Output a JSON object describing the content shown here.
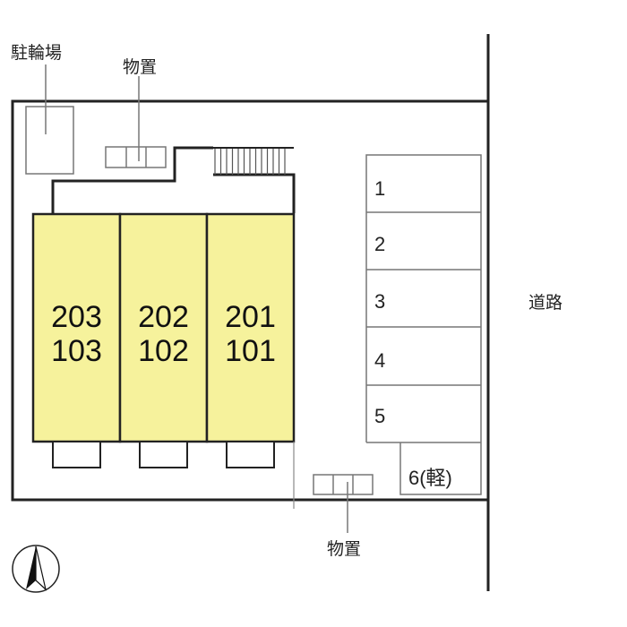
{
  "labels": {
    "bicycle_parking": "駐輪場",
    "storage_top": "物置",
    "storage_bottom": "物置",
    "road": "道路"
  },
  "units": [
    {
      "upper": "203",
      "lower": "103"
    },
    {
      "upper": "202",
      "lower": "102"
    },
    {
      "upper": "201",
      "lower": "101"
    }
  ],
  "parking": [
    "1",
    "2",
    "3",
    "4",
    "5",
    "6(軽)"
  ],
  "colors": {
    "unit_fill": "#f6f29c",
    "line": "#222222",
    "thin_line": "#777777"
  },
  "north_arrow_icon": "north-arrow-icon"
}
